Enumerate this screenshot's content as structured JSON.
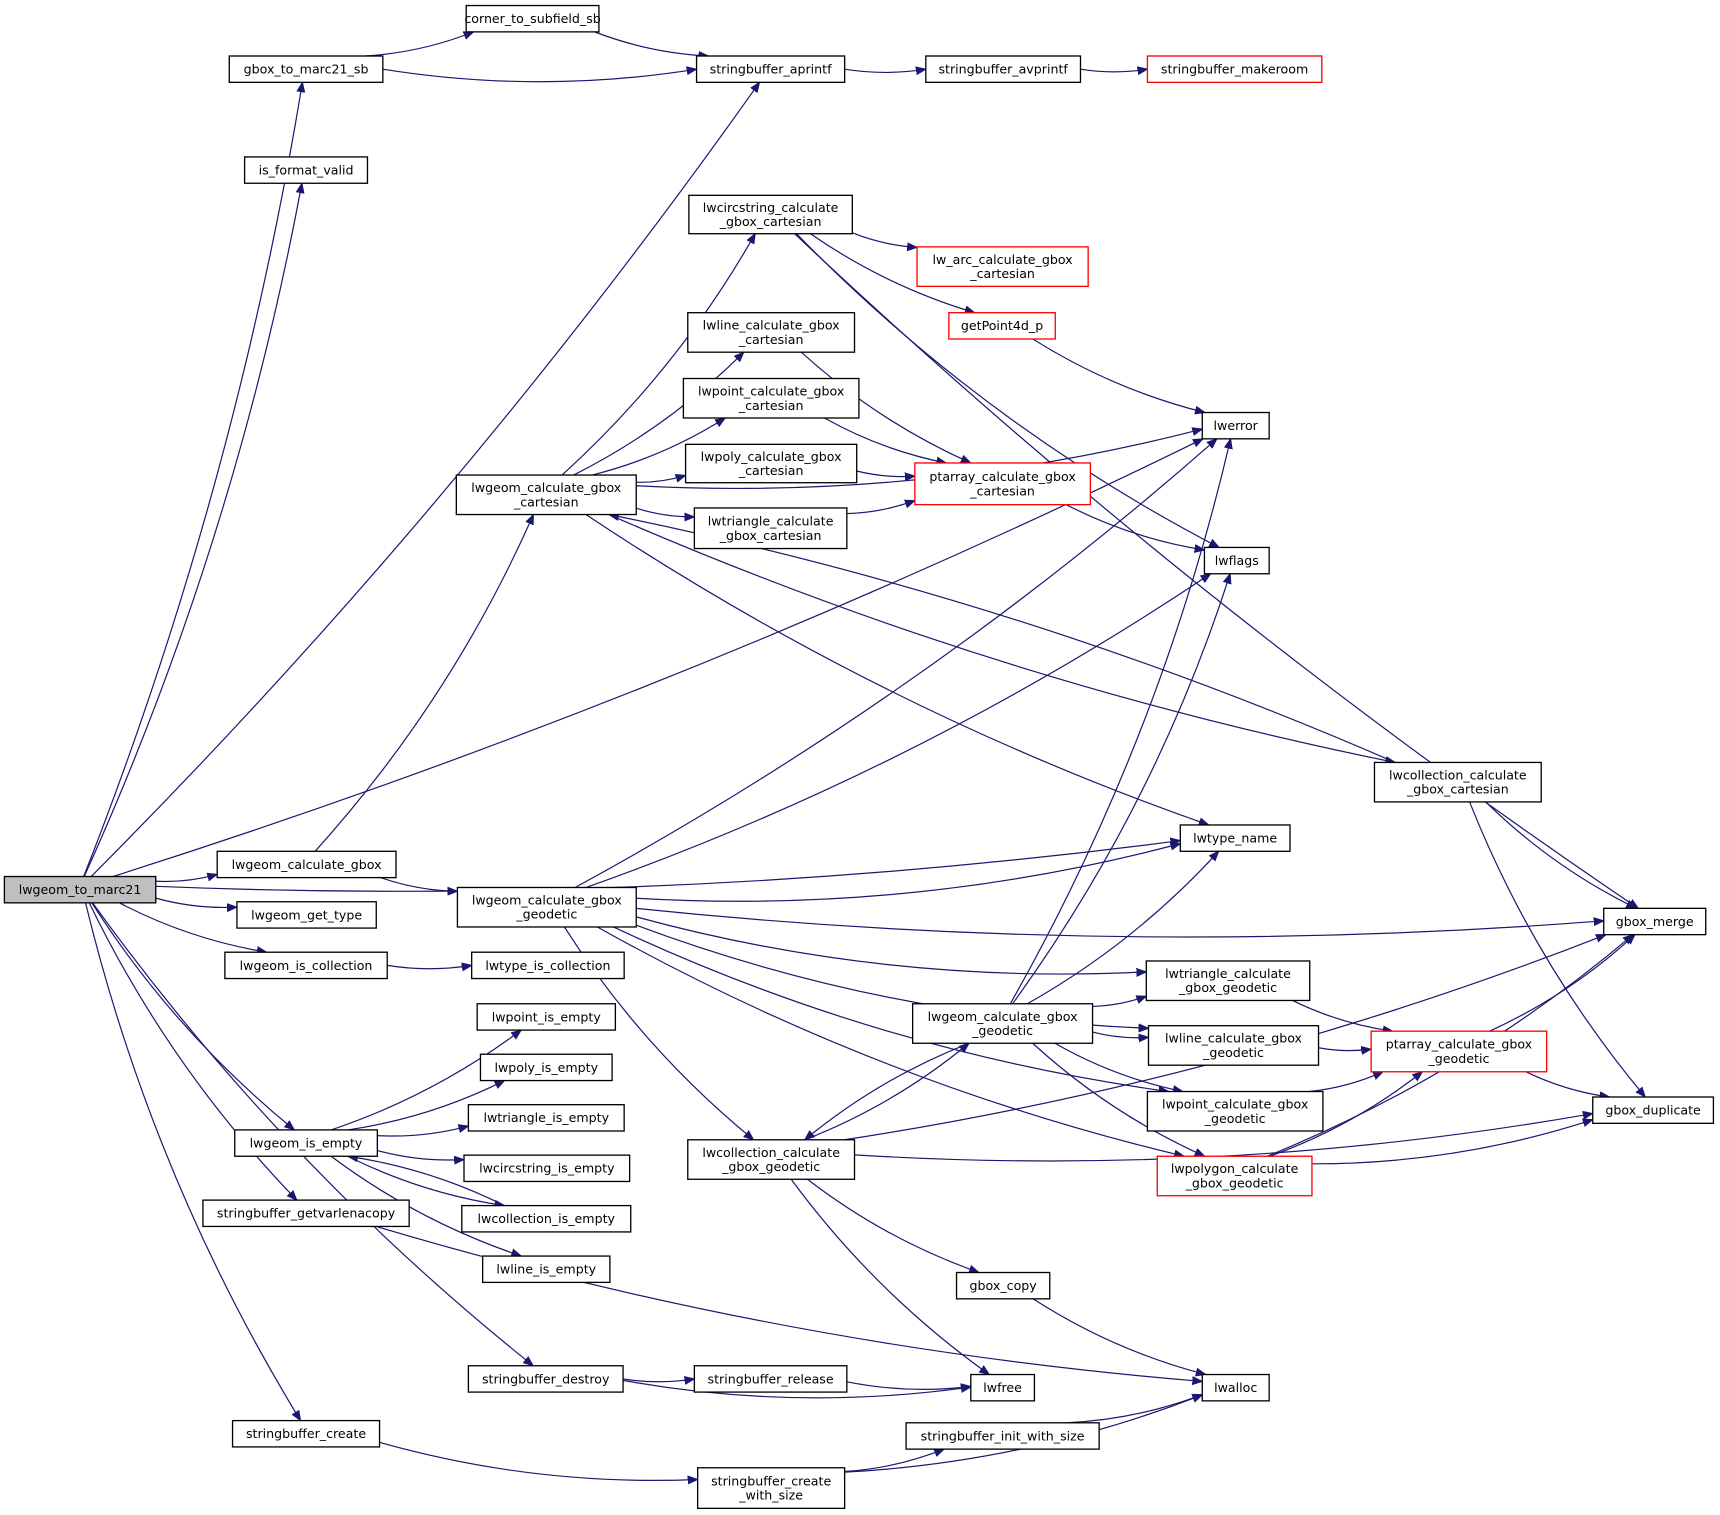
{
  "colors": {
    "edge": "#191970",
    "node_border": "#000000",
    "truncated_border": "#ff0000",
    "root_fill": "#bfbfbf"
  },
  "root": "lwgeom_to_marc21",
  "nodes": [
    {
      "id": "lwgeom_to_marc21",
      "lines": [
        "lwgeom_to_marc21"
      ],
      "root": true
    },
    {
      "id": "gbox_to_marc21_sb",
      "lines": [
        "gbox_to_marc21_sb"
      ]
    },
    {
      "id": "corner_to_subfield_sb",
      "lines": [
        "corner_to_subfield_sb"
      ]
    },
    {
      "id": "stringbuffer_aprintf",
      "lines": [
        "stringbuffer_aprintf"
      ]
    },
    {
      "id": "stringbuffer_avprintf",
      "lines": [
        "stringbuffer_avprintf"
      ]
    },
    {
      "id": "stringbuffer_makeroom",
      "lines": [
        "stringbuffer_makeroom"
      ],
      "truncated": true
    },
    {
      "id": "is_format_valid",
      "lines": [
        "is_format_valid"
      ]
    },
    {
      "id": "lwcircstring_calculate_gbox_cartesian",
      "lines": [
        "lwcircstring_calculate",
        "_gbox_cartesian"
      ]
    },
    {
      "id": "lw_arc_calculate_gbox_cartesian",
      "lines": [
        "lw_arc_calculate_gbox",
        "_cartesian"
      ],
      "truncated": true
    },
    {
      "id": "getPoint4d_p",
      "lines": [
        "getPoint4d_p"
      ],
      "truncated": true
    },
    {
      "id": "lwline_calculate_gbox_cartesian",
      "lines": [
        "lwline_calculate_gbox",
        "_cartesian"
      ]
    },
    {
      "id": "lwpoint_calculate_gbox_cartesian",
      "lines": [
        "lwpoint_calculate_gbox",
        "_cartesian"
      ]
    },
    {
      "id": "lwpoly_calculate_gbox_cartesian",
      "lines": [
        "lwpoly_calculate_gbox",
        "_cartesian"
      ]
    },
    {
      "id": "lwerror",
      "lines": [
        "lwerror"
      ]
    },
    {
      "id": "lwgeom_calculate_gbox_cartesian",
      "lines": [
        "lwgeom_calculate_gbox",
        "_cartesian"
      ]
    },
    {
      "id": "ptarray_calculate_gbox_cartesian",
      "lines": [
        "ptarray_calculate_gbox",
        "_cartesian"
      ],
      "truncated": true
    },
    {
      "id": "lwtriangle_calculate_gbox_cartesian",
      "lines": [
        "lwtriangle_calculate",
        "_gbox_cartesian"
      ]
    },
    {
      "id": "lwflags",
      "lines": [
        "lwflags"
      ]
    },
    {
      "id": "lwcollection_calculate_gbox_cartesian",
      "lines": [
        "lwcollection_calculate",
        "_gbox_cartesian"
      ]
    },
    {
      "id": "lwtype_name",
      "lines": [
        "lwtype_name"
      ]
    },
    {
      "id": "lwgeom_calculate_gbox",
      "lines": [
        "lwgeom_calculate_gbox"
      ]
    },
    {
      "id": "lwgeom_calculate_gbox_geodetic_a",
      "lines": [
        "lwgeom_calculate_gbox",
        "_geodetic"
      ]
    },
    {
      "id": "lwgeom_get_type",
      "lines": [
        "lwgeom_get_type"
      ]
    },
    {
      "id": "gbox_merge",
      "lines": [
        "gbox_merge"
      ]
    },
    {
      "id": "lwgeom_is_collection",
      "lines": [
        "lwgeom_is_collection"
      ]
    },
    {
      "id": "lwtype_is_collection",
      "lines": [
        "lwtype_is_collection"
      ]
    },
    {
      "id": "lwtriangle_calculate_gbox_geodetic",
      "lines": [
        "lwtriangle_calculate",
        "_gbox_geodetic"
      ]
    },
    {
      "id": "lwgeom_calculate_gbox_geodetic_b",
      "lines": [
        "lwgeom_calculate_gbox",
        "_geodetic"
      ]
    },
    {
      "id": "lwpoint_is_empty",
      "lines": [
        "lwpoint_is_empty"
      ]
    },
    {
      "id": "lwline_calculate_gbox_geodetic",
      "lines": [
        "lwline_calculate_gbox",
        "_geodetic"
      ]
    },
    {
      "id": "ptarray_calculate_gbox_geodetic",
      "lines": [
        "ptarray_calculate_gbox",
        "_geodetic"
      ],
      "truncated": true
    },
    {
      "id": "lwpoly_is_empty",
      "lines": [
        "lwpoly_is_empty"
      ]
    },
    {
      "id": "lwpoint_calculate_gbox_geodetic",
      "lines": [
        "lwpoint_calculate_gbox",
        "_geodetic"
      ]
    },
    {
      "id": "gbox_duplicate",
      "lines": [
        "gbox_duplicate"
      ]
    },
    {
      "id": "lwtriangle_is_empty",
      "lines": [
        "lwtriangle_is_empty"
      ]
    },
    {
      "id": "lwgeom_is_empty",
      "lines": [
        "lwgeom_is_empty"
      ]
    },
    {
      "id": "lwcollection_calculate_gbox_geodetic",
      "lines": [
        "lwcollection_calculate",
        "_gbox_geodetic"
      ]
    },
    {
      "id": "lwpolygon_calculate_gbox_geodetic",
      "lines": [
        "lwpolygon_calculate",
        "_gbox_geodetic"
      ],
      "truncated": true
    },
    {
      "id": "lwcircstring_is_empty",
      "lines": [
        "lwcircstring_is_empty"
      ]
    },
    {
      "id": "stringbuffer_getvarlenacopy",
      "lines": [
        "stringbuffer_getvarlenacopy"
      ]
    },
    {
      "id": "lwcollection_is_empty",
      "lines": [
        "lwcollection_is_empty"
      ]
    },
    {
      "id": "lwline_is_empty",
      "lines": [
        "lwline_is_empty"
      ]
    },
    {
      "id": "gbox_copy",
      "lines": [
        "gbox_copy"
      ]
    },
    {
      "id": "stringbuffer_destroy",
      "lines": [
        "stringbuffer_destroy"
      ]
    },
    {
      "id": "stringbuffer_release",
      "lines": [
        "stringbuffer_release"
      ]
    },
    {
      "id": "lwfree",
      "lines": [
        "lwfree"
      ]
    },
    {
      "id": "lwalloc",
      "lines": [
        "lwalloc"
      ]
    },
    {
      "id": "stringbuffer_init_with_size",
      "lines": [
        "stringbuffer_init_with_size"
      ]
    },
    {
      "id": "stringbuffer_create",
      "lines": [
        "stringbuffer_create"
      ]
    },
    {
      "id": "stringbuffer_create_with_size",
      "lines": [
        "stringbuffer_create",
        "_with_size"
      ]
    }
  ],
  "edges": [
    [
      "lwgeom_to_marc21",
      "gbox_to_marc21_sb"
    ],
    [
      "lwgeom_to_marc21",
      "is_format_valid"
    ],
    [
      "lwgeom_to_marc21",
      "stringbuffer_aprintf"
    ],
    [
      "lwgeom_to_marc21",
      "lwerror"
    ],
    [
      "lwgeom_to_marc21",
      "lwgeom_calculate_gbox"
    ],
    [
      "lwgeom_to_marc21",
      "lwtype_name"
    ],
    [
      "lwgeom_to_marc21",
      "lwgeom_get_type"
    ],
    [
      "lwgeom_to_marc21",
      "lwgeom_is_collection"
    ],
    [
      "lwgeom_to_marc21",
      "lwgeom_is_empty"
    ],
    [
      "lwgeom_to_marc21",
      "stringbuffer_getvarlenacopy"
    ],
    [
      "lwgeom_to_marc21",
      "stringbuffer_destroy"
    ],
    [
      "lwgeom_to_marc21",
      "stringbuffer_create"
    ],
    [
      "gbox_to_marc21_sb",
      "corner_to_subfield_sb"
    ],
    [
      "gbox_to_marc21_sb",
      "stringbuffer_aprintf"
    ],
    [
      "corner_to_subfield_sb",
      "stringbuffer_aprintf"
    ],
    [
      "stringbuffer_aprintf",
      "stringbuffer_avprintf"
    ],
    [
      "stringbuffer_avprintf",
      "stringbuffer_makeroom"
    ],
    [
      "lwcircstring_calculate_gbox_cartesian",
      "lw_arc_calculate_gbox_cartesian"
    ],
    [
      "lwcircstring_calculate_gbox_cartesian",
      "getPoint4d_p"
    ],
    [
      "lwcircstring_calculate_gbox_cartesian",
      "gbox_merge"
    ],
    [
      "lwcircstring_calculate_gbox_cartesian",
      "lwflags"
    ],
    [
      "getPoint4d_p",
      "lwerror"
    ],
    [
      "lwgeom_calculate_gbox_cartesian",
      "lwcircstring_calculate_gbox_cartesian"
    ],
    [
      "lwgeom_calculate_gbox_cartesian",
      "lwline_calculate_gbox_cartesian"
    ],
    [
      "lwgeom_calculate_gbox_cartesian",
      "lwpoint_calculate_gbox_cartesian"
    ],
    [
      "lwgeom_calculate_gbox_cartesian",
      "lwpoly_calculate_gbox_cartesian"
    ],
    [
      "lwgeom_calculate_gbox_cartesian",
      "lwtriangle_calculate_gbox_cartesian"
    ],
    [
      "lwgeom_calculate_gbox_cartesian",
      "lwerror"
    ],
    [
      "lwgeom_calculate_gbox_cartesian",
      "lwcollection_calculate_gbox_cartesian"
    ],
    [
      "lwgeom_calculate_gbox_cartesian",
      "lwtype_name"
    ],
    [
      "lwline_calculate_gbox_cartesian",
      "ptarray_calculate_gbox_cartesian"
    ],
    [
      "lwpoint_calculate_gbox_cartesian",
      "ptarray_calculate_gbox_cartesian"
    ],
    [
      "lwpoly_calculate_gbox_cartesian",
      "ptarray_calculate_gbox_cartesian"
    ],
    [
      "lwtriangle_calculate_gbox_cartesian",
      "ptarray_calculate_gbox_cartesian"
    ],
    [
      "ptarray_calculate_gbox_cartesian",
      "lwflags"
    ],
    [
      "lwcollection_calculate_gbox_cartesian",
      "lwgeom_calculate_gbox_cartesian"
    ],
    [
      "lwcollection_calculate_gbox_cartesian",
      "gbox_merge"
    ],
    [
      "lwcollection_calculate_gbox_cartesian",
      "gbox_duplicate"
    ],
    [
      "lwgeom_calculate_gbox",
      "lwgeom_calculate_gbox_cartesian"
    ],
    [
      "lwgeom_calculate_gbox",
      "lwgeom_calculate_gbox_geodetic_a"
    ],
    [
      "lwgeom_calculate_gbox_geodetic_a",
      "lwerror"
    ],
    [
      "lwgeom_calculate_gbox_geodetic_a",
      "lwflags"
    ],
    [
      "lwgeom_calculate_gbox_geodetic_a",
      "lwtype_name"
    ],
    [
      "lwgeom_calculate_gbox_geodetic_a",
      "gbox_merge"
    ],
    [
      "lwgeom_calculate_gbox_geodetic_a",
      "lwtriangle_calculate_gbox_geodetic"
    ],
    [
      "lwgeom_calculate_gbox_geodetic_a",
      "lwline_calculate_gbox_geodetic"
    ],
    [
      "lwgeom_calculate_gbox_geodetic_a",
      "lwpoint_calculate_gbox_geodetic"
    ],
    [
      "lwgeom_calculate_gbox_geodetic_a",
      "lwcollection_calculate_gbox_geodetic"
    ],
    [
      "lwgeom_calculate_gbox_geodetic_a",
      "lwpolygon_calculate_gbox_geodetic"
    ],
    [
      "lwgeom_calculate_gbox_geodetic_b",
      "lwerror"
    ],
    [
      "lwgeom_calculate_gbox_geodetic_b",
      "lwflags"
    ],
    [
      "lwgeom_calculate_gbox_geodetic_b",
      "lwtype_name"
    ],
    [
      "lwgeom_calculate_gbox_geodetic_b",
      "lwtriangle_calculate_gbox_geodetic"
    ],
    [
      "lwgeom_calculate_gbox_geodetic_b",
      "lwline_calculate_gbox_geodetic"
    ],
    [
      "lwgeom_calculate_gbox_geodetic_b",
      "lwpoint_calculate_gbox_geodetic"
    ],
    [
      "lwgeom_calculate_gbox_geodetic_b",
      "lwpolygon_calculate_gbox_geodetic"
    ],
    [
      "lwgeom_calculate_gbox_geodetic_b",
      "lwcollection_calculate_gbox_geodetic"
    ],
    [
      "lwcollection_calculate_gbox_geodetic",
      "lwgeom_calculate_gbox_geodetic_b"
    ],
    [
      "lwcollection_calculate_gbox_geodetic",
      "gbox_merge"
    ],
    [
      "lwcollection_calculate_gbox_geodetic",
      "gbox_duplicate"
    ],
    [
      "lwcollection_calculate_gbox_geodetic",
      "gbox_copy"
    ],
    [
      "lwcollection_calculate_gbox_geodetic",
      "lwfree"
    ],
    [
      "lwtriangle_calculate_gbox_geodetic",
      "ptarray_calculate_gbox_geodetic"
    ],
    [
      "lwline_calculate_gbox_geodetic",
      "ptarray_calculate_gbox_geodetic"
    ],
    [
      "lwpoint_calculate_gbox_geodetic",
      "ptarray_calculate_gbox_geodetic"
    ],
    [
      "lwpolygon_calculate_gbox_geodetic",
      "ptarray_calculate_gbox_geodetic"
    ],
    [
      "lwpolygon_calculate_gbox_geodetic",
      "gbox_merge"
    ],
    [
      "lwpolygon_calculate_gbox_geodetic",
      "gbox_duplicate"
    ],
    [
      "ptarray_calculate_gbox_geodetic",
      "gbox_merge"
    ],
    [
      "ptarray_calculate_gbox_geodetic",
      "gbox_duplicate"
    ],
    [
      "lwgeom_is_collection",
      "lwtype_is_collection"
    ],
    [
      "lwgeom_is_empty",
      "lwpoint_is_empty"
    ],
    [
      "lwgeom_is_empty",
      "lwpoly_is_empty"
    ],
    [
      "lwgeom_is_empty",
      "lwtriangle_is_empty"
    ],
    [
      "lwgeom_is_empty",
      "lwcircstring_is_empty"
    ],
    [
      "lwgeom_is_empty",
      "lwcollection_is_empty"
    ],
    [
      "lwgeom_is_empty",
      "lwline_is_empty"
    ],
    [
      "lwcollection_is_empty",
      "lwgeom_is_empty"
    ],
    [
      "stringbuffer_getvarlenacopy",
      "lwalloc"
    ],
    [
      "stringbuffer_destroy",
      "stringbuffer_release"
    ],
    [
      "stringbuffer_destroy",
      "lwfree"
    ],
    [
      "stringbuffer_release",
      "lwfree"
    ],
    [
      "gbox_copy",
      "lwalloc"
    ],
    [
      "stringbuffer_create",
      "stringbuffer_create_with_size"
    ],
    [
      "stringbuffer_create_with_size",
      "stringbuffer_init_with_size"
    ],
    [
      "stringbuffer_create_with_size",
      "lwalloc"
    ],
    [
      "stringbuffer_init_with_size",
      "lwalloc"
    ]
  ]
}
